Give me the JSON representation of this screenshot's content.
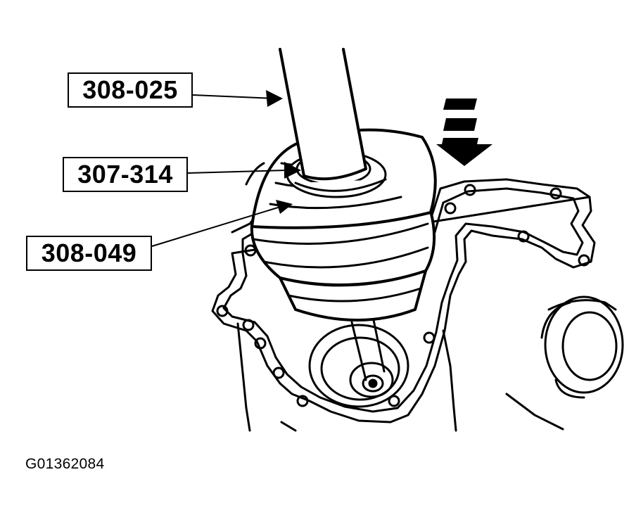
{
  "labels": {
    "tool_a": "308-025",
    "tool_b": "307-314",
    "tool_c": "308-049"
  },
  "figure_code": "G01362084",
  "colors": {
    "ink": "#000000",
    "paper": "#ffffff"
  }
}
